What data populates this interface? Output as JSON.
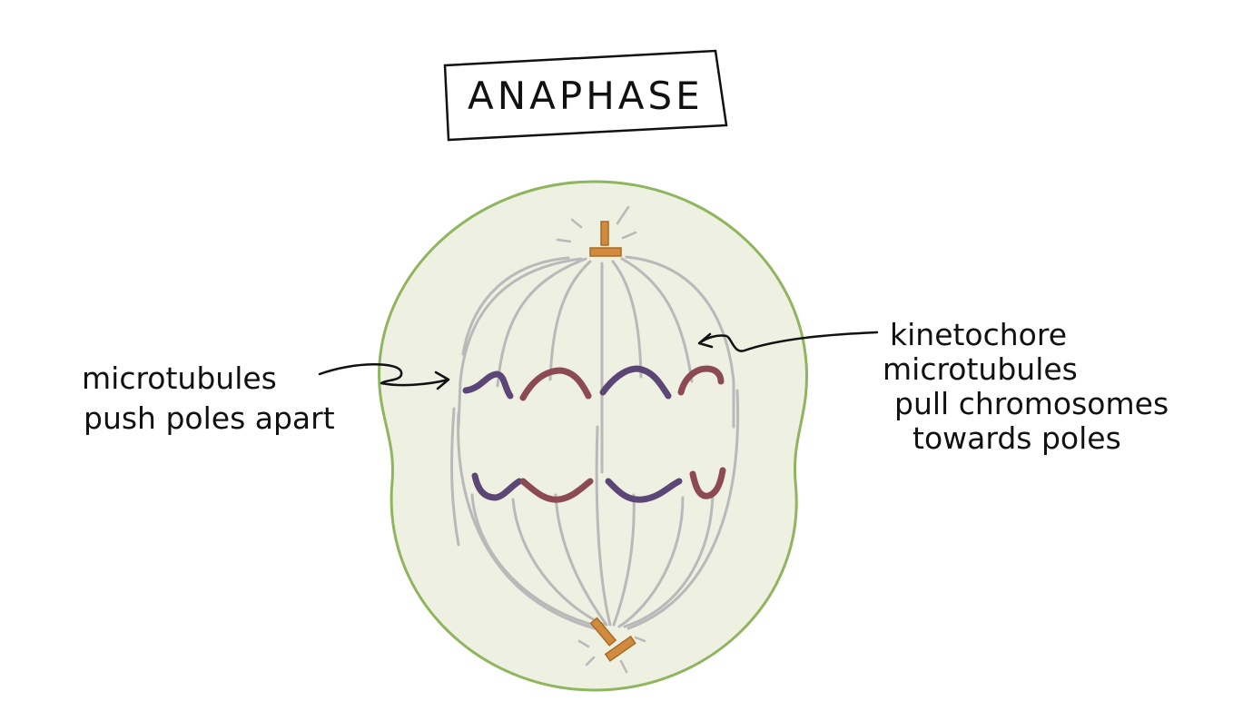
{
  "title": "ANAPHASE",
  "labels": {
    "left_line1": "microtubules",
    "left_line2": "push poles apart",
    "right_line1": "kinetochore",
    "right_line2": "microtubules",
    "right_line3": "pull chromosomes",
    "right_line4": "towards poles"
  },
  "colors": {
    "cell_fill": "#eef0e2",
    "cell_outline": "#8fb55f",
    "microtubule": "#b9b9b9",
    "centrosome": "#d08b3e",
    "chromosome_purple": "#5b4676",
    "chromosome_red": "#8c4a55",
    "ink": "#111111"
  }
}
